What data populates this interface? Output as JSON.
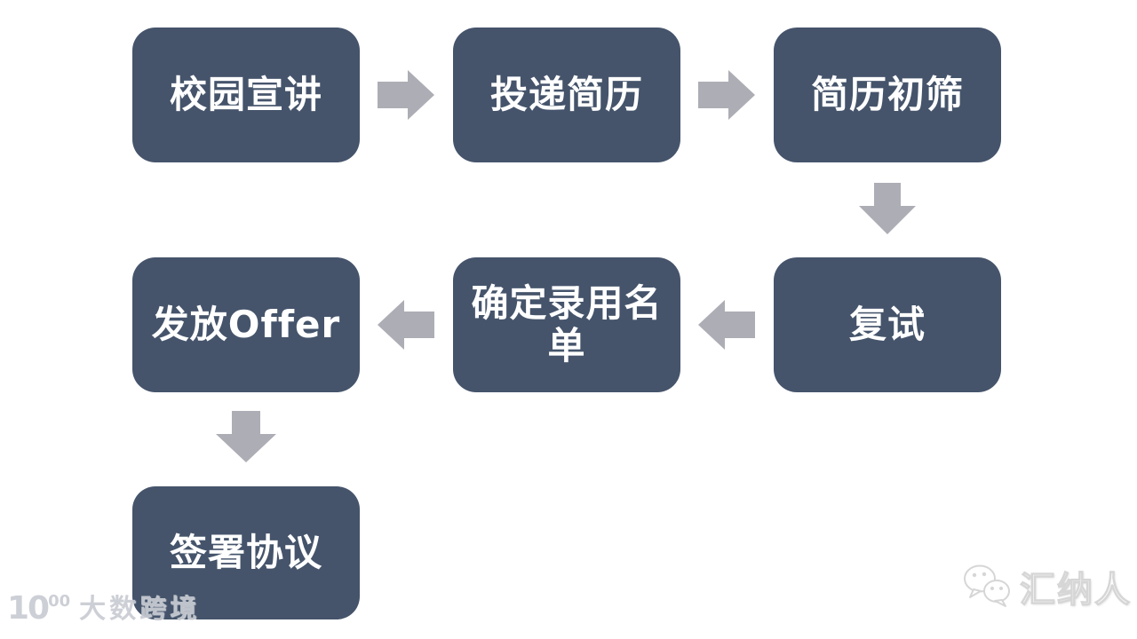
{
  "slide": {
    "background_color": "#FFFFFF",
    "colors": {
      "box_fill": "#45546B",
      "box_text": "#FFFFFF",
      "arrow_fill": "#ADADB5",
      "watermark_gray": "#C9CCD3"
    },
    "flow": {
      "steps": [
        {
          "label": "校园宣讲"
        },
        {
          "label": "投递简历"
        },
        {
          "label": "简历初筛"
        },
        {
          "label": "复试"
        },
        {
          "label": "确定录用名单"
        },
        {
          "label": "发放Offer"
        },
        {
          "label": "签署协议"
        }
      ],
      "connections": [
        {
          "from": "校园宣讲",
          "to": "投递简历",
          "direction": "right"
        },
        {
          "from": "投递简历",
          "to": "简历初筛",
          "direction": "right"
        },
        {
          "from": "简历初筛",
          "to": "复试",
          "direction": "down"
        },
        {
          "from": "复试",
          "to": "确定录用名单",
          "direction": "left"
        },
        {
          "from": "确定录用名单",
          "to": "发放Offer",
          "direction": "left"
        },
        {
          "from": "发放Offer",
          "to": "签署协议",
          "direction": "down"
        }
      ]
    },
    "watermarks": {
      "bottom_left": {
        "logo_main": "10",
        "logo_sup": "00",
        "brand": "大数跨境"
      },
      "bottom_right": {
        "icon": "wechat-icon",
        "brand": "汇纳人"
      }
    }
  }
}
